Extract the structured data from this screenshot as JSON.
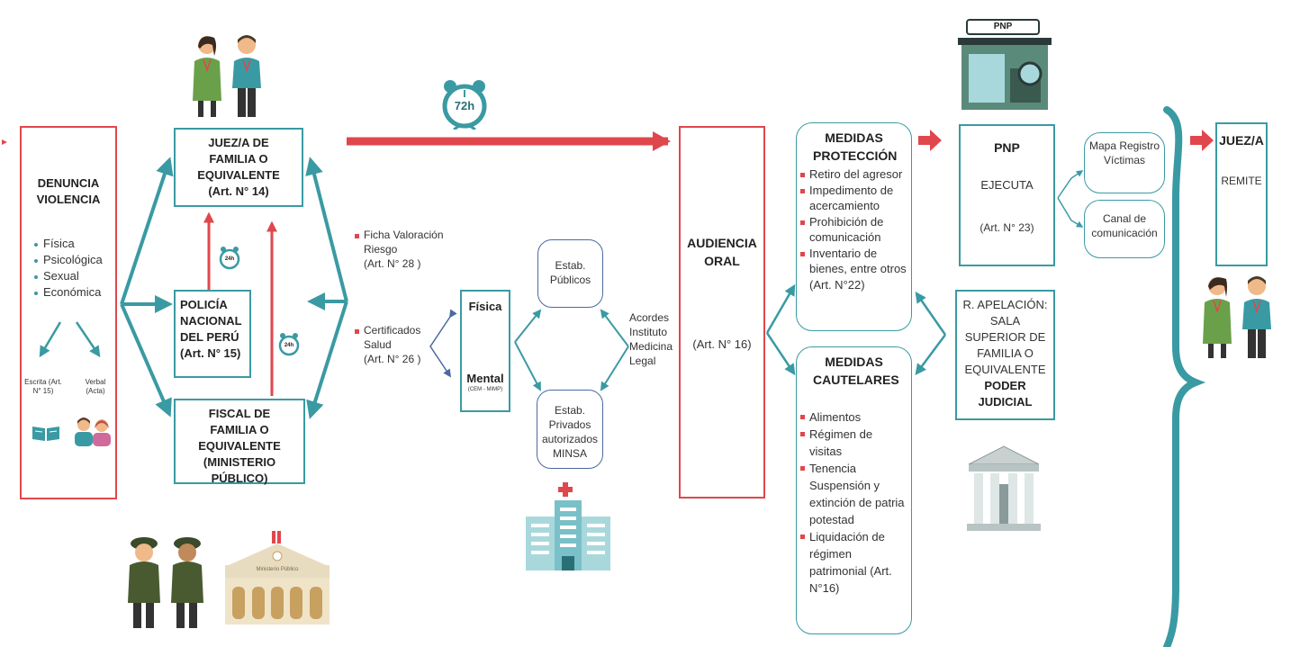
{
  "denuncia": {
    "title": "DENUNCIA VIOLENCIA",
    "types": [
      "Física",
      "Psicológica",
      "Sexual",
      "Económica"
    ],
    "escrita": "Escrita (Art. N° 15)",
    "verbal": "Verbal (Acta)"
  },
  "juez_familia": {
    "title": "JUEZ/A DE FAMILIA O EQUIVALENTE",
    "article": "(Art. N° 14)"
  },
  "policia": {
    "title": "POLICÍA NACIONAL DEL PERÚ",
    "article": "(Art. N° 15)"
  },
  "fiscal": {
    "title": "FISCAL DE FAMILIA O EQUIVALENTE",
    "subtitle": "(MINISTERIO PÚBLICO)"
  },
  "clocks": {
    "main": "72h",
    "small1": "24h",
    "small2": "24h"
  },
  "ficha": {
    "text": "Ficha Valoración Riesgo",
    "article": "(Art. N° 28 )"
  },
  "certificados": {
    "text": "Certificados Salud",
    "article": "(Art. N° 26 )"
  },
  "fisica_mental": {
    "fisica": "Física",
    "mental": "Mental",
    "mental_sub": "(CEM - MIMP)"
  },
  "estab_publicos": "Estab. Públicos",
  "estab_privados": "Estab. Privados autorizados MINSA",
  "acordes": "Acordes Instituto Medicina Legal",
  "audiencia": {
    "title": "AUDIENCIA ORAL",
    "article": "(Art. N° 16)"
  },
  "medidas_proteccion": {
    "title": "MEDIDAS PROTECCIÓN",
    "items": [
      "Retiro del agresor",
      "Impedimento de acercamiento",
      "Prohibición de comunicación",
      "Inventario de bienes, entre otros (Art. N°22)"
    ]
  },
  "medidas_cautelares": {
    "title": "MEDIDAS CAUTELARES",
    "items": [
      "Alimentos",
      "Régimen de visitas",
      "Tenencia Suspensión y extinción de patria potestad",
      "Liquidación de régimen patrimonial (Art. N°16)"
    ]
  },
  "pnp": {
    "sign": "PNP",
    "title": "PNP",
    "action": "EJECUTA",
    "article": "(Art. N° 23)"
  },
  "mapa": "Mapa Registro Víctimas",
  "canal": "Canal de comunicación",
  "apelacion": {
    "text": "R. APELACIÓN: SALA SUPERIOR DE FAMILIA O EQUIVALENTE",
    "bold": "PODER JUDICIAL"
  },
  "juez_remite": {
    "title": "JUEZ/A",
    "action": "REMITE"
  },
  "ministerio_sign": "Ministerio Público",
  "colors": {
    "red": "#e0474c",
    "teal": "#3a9aa3",
    "navy": "#4a6aa0"
  }
}
